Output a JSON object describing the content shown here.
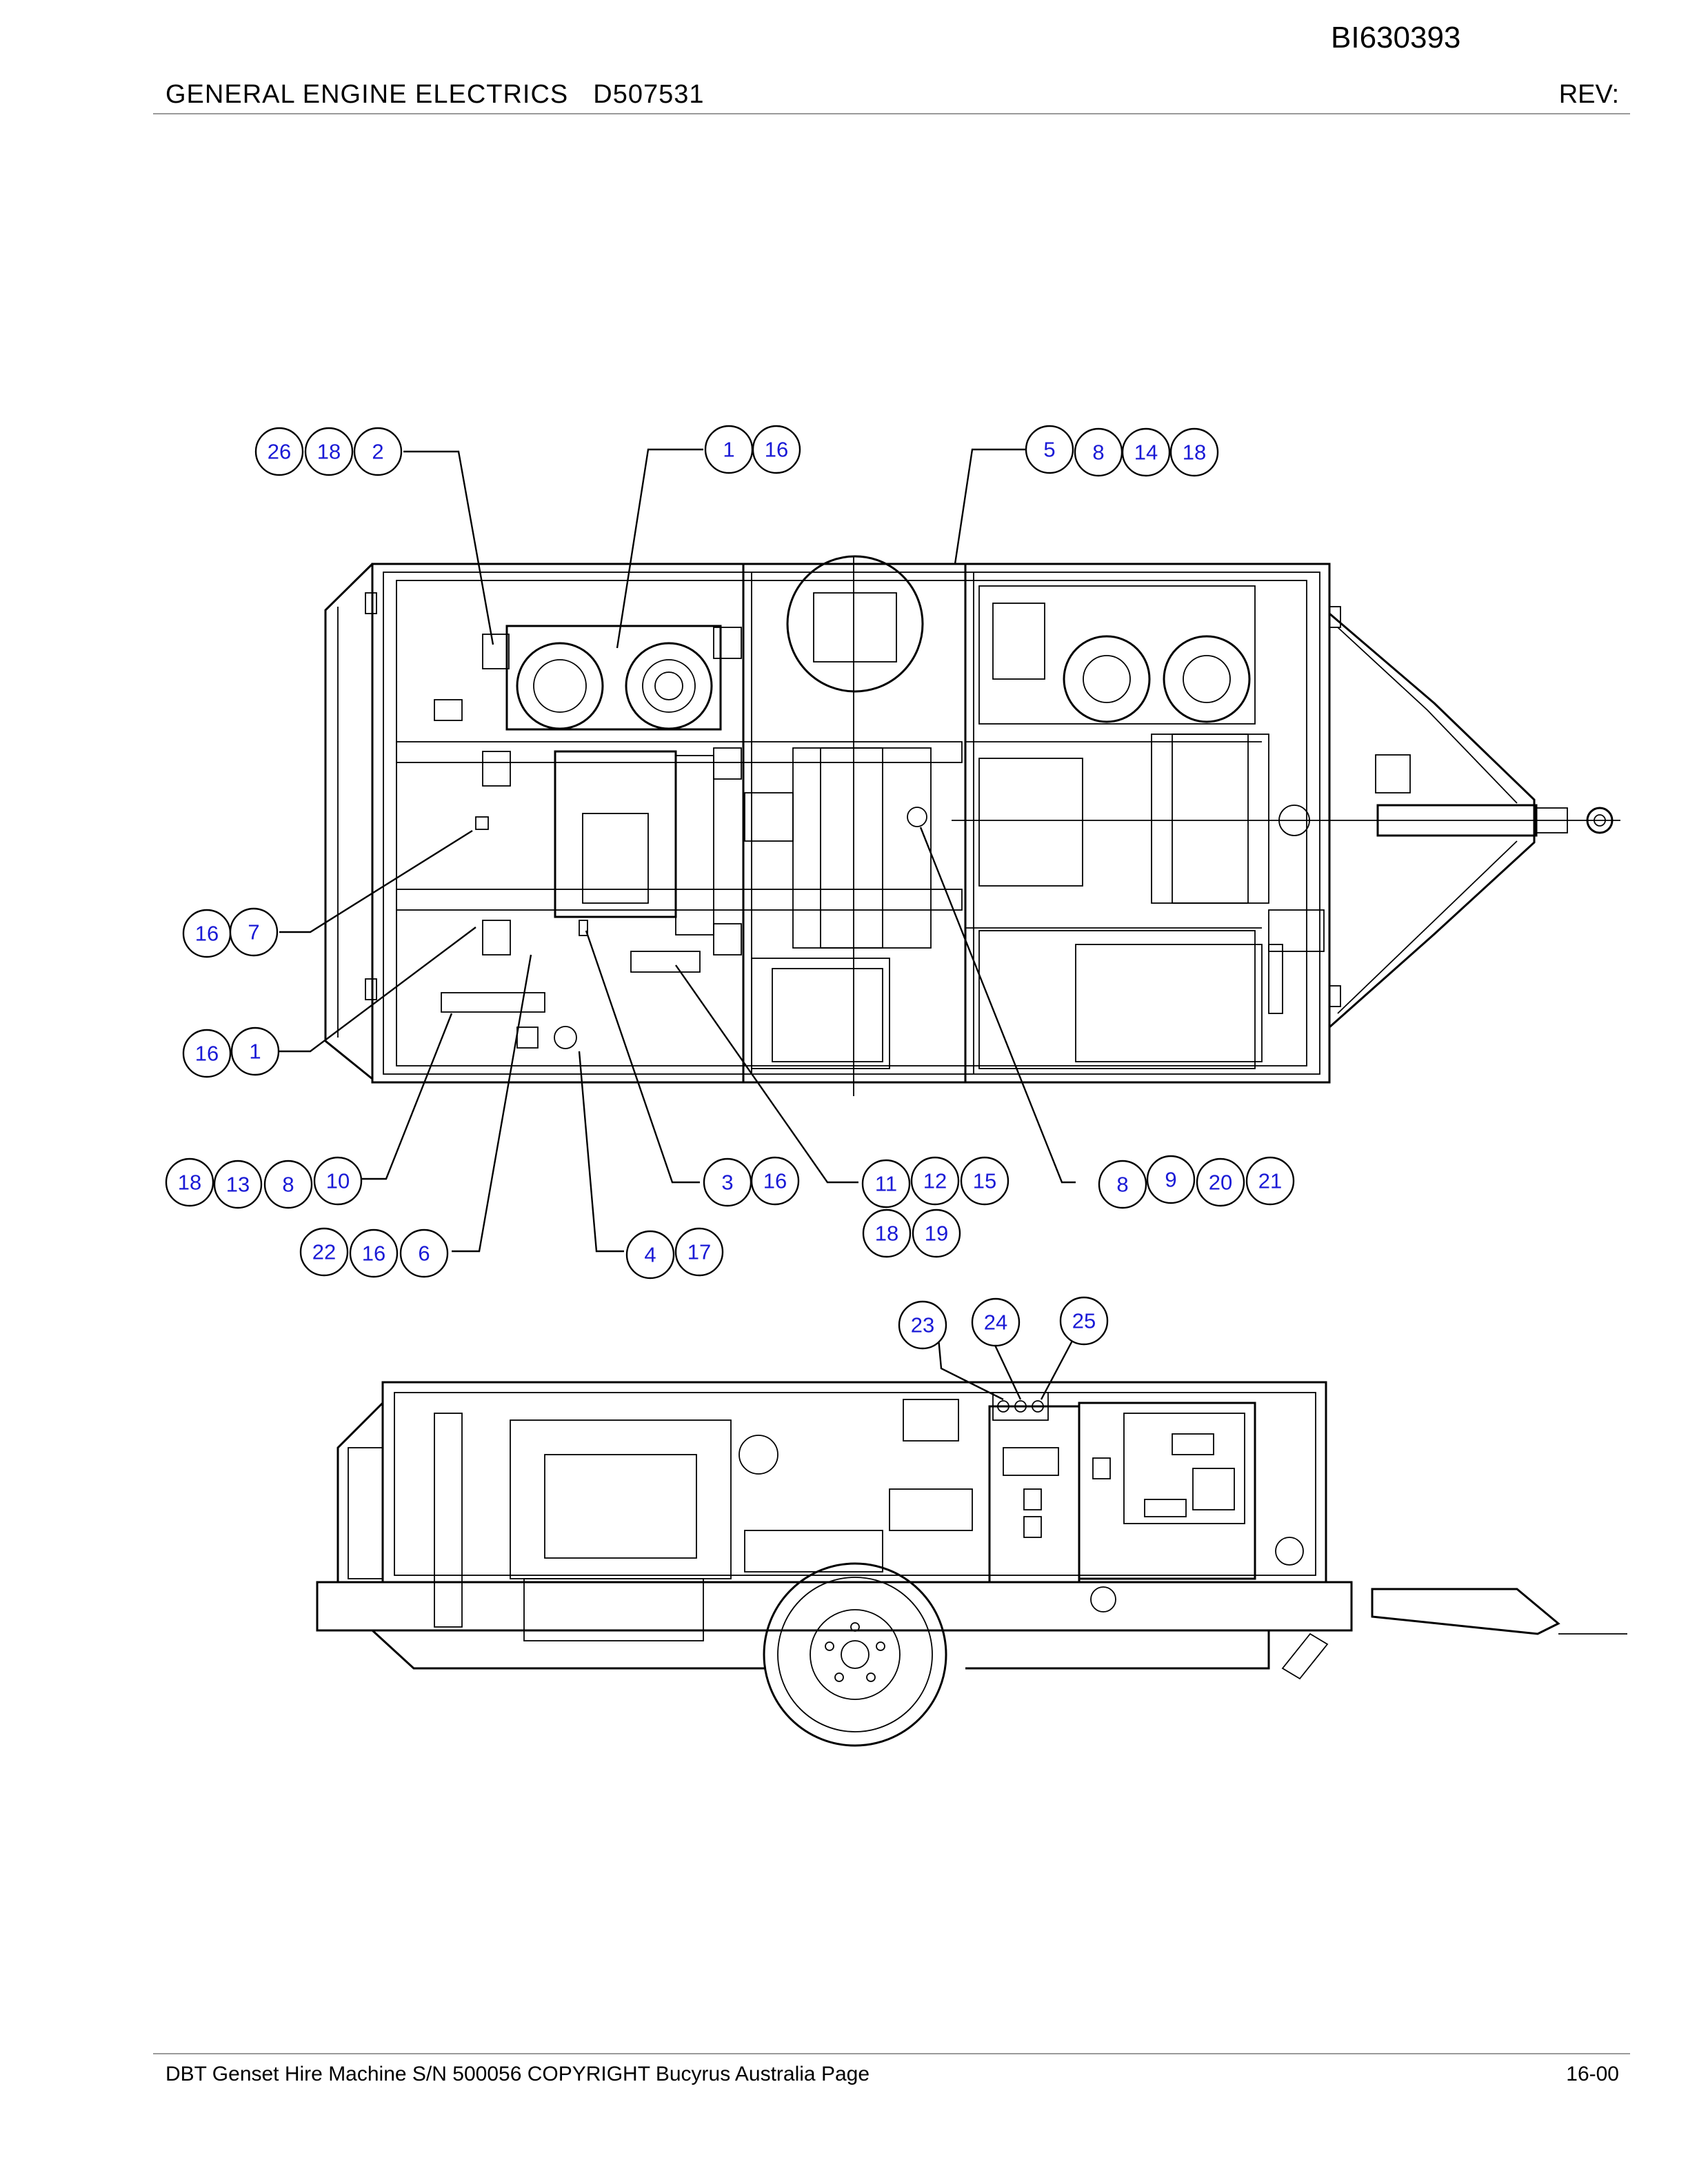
{
  "header": {
    "doc_id": "BI630393",
    "title": "GENERAL ENGINE ELECTRICS",
    "drawing_no": "D507531",
    "rev_label": "REV:"
  },
  "footer": {
    "text": "DBT Genset Hire Machine S/N 500056    COPYRIGHT Bucyrus Australia    Page",
    "page": "16-00"
  },
  "callouts": [
    {
      "id": "c1",
      "labels": [
        "26",
        "18",
        "2"
      ]
    },
    {
      "id": "c2",
      "labels": [
        "1",
        "16"
      ]
    },
    {
      "id": "c3",
      "labels": [
        "5",
        "8",
        "14",
        "18"
      ]
    },
    {
      "id": "c4",
      "labels": [
        "16",
        "7"
      ]
    },
    {
      "id": "c5",
      "labels": [
        "16",
        "1"
      ]
    },
    {
      "id": "c6",
      "labels": [
        "18",
        "13",
        "8",
        "10"
      ]
    },
    {
      "id": "c7",
      "labels": [
        "22",
        "16",
        "6"
      ]
    },
    {
      "id": "c8",
      "labels": [
        "3",
        "16"
      ]
    },
    {
      "id": "c9",
      "labels": [
        "4",
        "17"
      ]
    },
    {
      "id": "c10",
      "labels": [
        "11",
        "12",
        "15"
      ]
    },
    {
      "id": "c11",
      "labels": [
        "18",
        "19"
      ]
    },
    {
      "id": "c12",
      "labels": [
        "8",
        "9",
        "20",
        "21"
      ]
    },
    {
      "id": "c13",
      "labels": [
        "23"
      ]
    },
    {
      "id": "c14",
      "labels": [
        "24"
      ]
    },
    {
      "id": "c15",
      "labels": [
        "25"
      ]
    }
  ]
}
